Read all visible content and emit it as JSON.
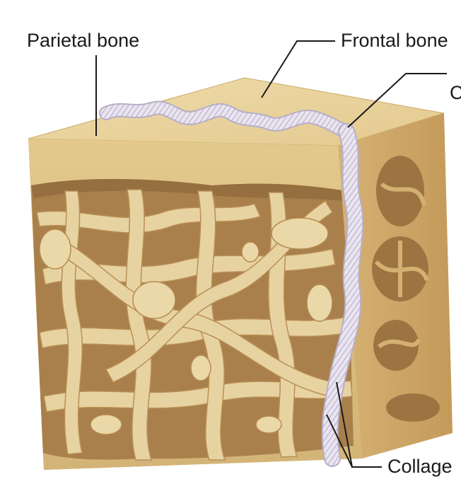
{
  "diagram": {
    "labels": {
      "parietal_bone": "Parietal bone",
      "frontal_bone": "Frontal bone",
      "top_right_partial": "C",
      "collagen_partial": "Collage"
    },
    "colors": {
      "bone_top": "#e9d29c",
      "bone_front": "#ddc282",
      "bone_side": "#cda565",
      "cavity": "#a37944",
      "trabeculae": "#e6d19f",
      "suture_fibers": "#c9c3d6",
      "leader_lines": "#1a1a1a"
    }
  }
}
